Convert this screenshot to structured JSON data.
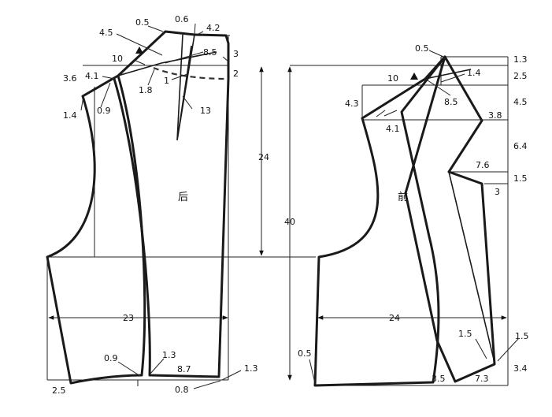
{
  "back": {
    "piece_label": "后",
    "measurements": {
      "m_0_5": "0.5",
      "m_0_6": "0.6",
      "m_4_2": "4.2",
      "m_4_5": "4.5",
      "m_8_5": "8.5",
      "m_3": "3",
      "m_10": "10",
      "m_2": "2",
      "m_3_6": "3.6",
      "m_4_1": "4.1",
      "m_1_8": "1.8",
      "m_1": "1",
      "m_1_4": "1.4",
      "m_0_9_top": "0.9",
      "m_13": "13",
      "m_24": "24",
      "m_40": "40",
      "m_23": "23",
      "m_0_9_bottom": "0.9",
      "m_1_3_a": "1.3",
      "m_8_7": "8.7",
      "m_1_3_b": "1.3",
      "m_0_8": "0.8",
      "m_2_5": "2.5"
    }
  },
  "front": {
    "piece_label": "前",
    "measurements": {
      "m_0_5": "0.5",
      "m_1_3": "1.3",
      "m_10": "10",
      "m_1_4": "1.4",
      "m_2_5": "2.5",
      "m_8_5": "8.5",
      "m_4_3": "4.3",
      "m_4_5": "4.5",
      "m_4_1": "4.1",
      "m_3_8": "3.8",
      "m_6_4": "6.4",
      "m_7_6": "7.6",
      "m_1_5_side": "1.5",
      "m_3": "3",
      "m_24": "24",
      "m_1_5_a": "1.5",
      "m_1_5_b": "1.5",
      "m_0_5_bottom": "0.5",
      "m_3_4": "3.4",
      "m_3_5": "3.5",
      "m_7_3": "7.3"
    }
  }
}
